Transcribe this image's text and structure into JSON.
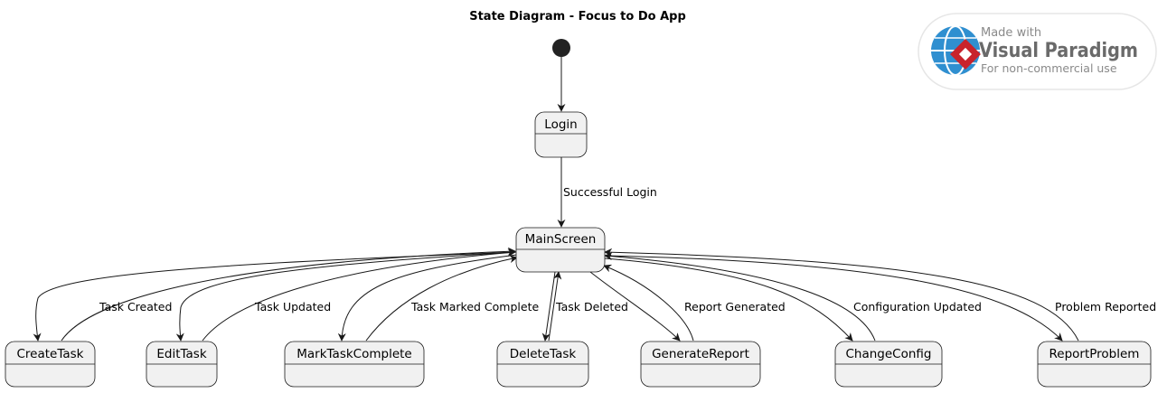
{
  "diagram": {
    "title": "State Diagram - Focus to Do App",
    "states": {
      "login": "Login",
      "main_screen": "MainScreen",
      "create_task": "CreateTask",
      "edit_task": "EditTask",
      "mark_task_complete": "MarkTaskComplete",
      "delete_task": "DeleteTask",
      "generate_report": "GenerateReport",
      "change_config": "ChangeConfig",
      "report_problem": "ReportProblem"
    },
    "transitions": {
      "successful_login": "Successful Login",
      "task_created": "Task Created",
      "task_updated": "Task Updated",
      "task_marked_complete": "Task Marked Complete",
      "task_deleted": "Task Deleted",
      "report_generated": "Report Generated",
      "configuration_updated": "Configuration Updated",
      "problem_reported": "Problem Reported"
    }
  },
  "watermark": {
    "made_with": "Made with",
    "brand": "Visual Paradigm",
    "note": "For non-commercial use"
  },
  "colors": {
    "state_fill": "#f1f1f1",
    "stroke": "#181818",
    "initial_node": "#222222",
    "brand_red": "#c8232c",
    "brand_blue": "#2f8fd0"
  }
}
